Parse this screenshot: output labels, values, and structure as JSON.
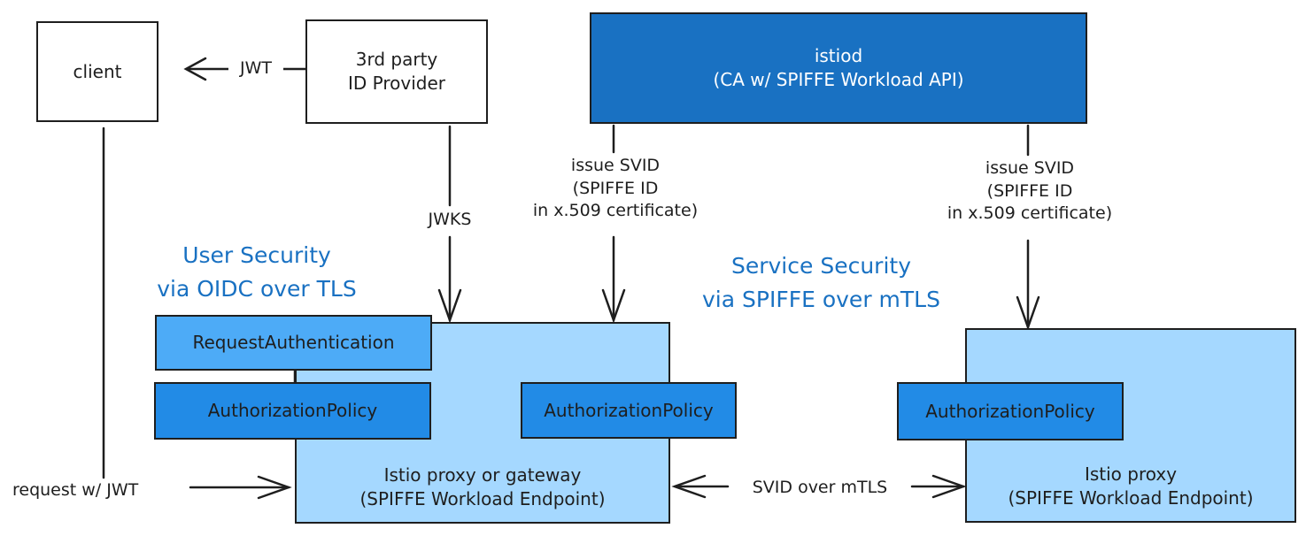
{
  "nodes": {
    "client": "client",
    "id_provider": "3rd party\nID Provider",
    "istiod": "istiod\n(CA w/ SPIFFE Workload API)",
    "gateway": "Istio proxy or gateway\n(SPIFFE Workload Endpoint)",
    "proxy": "Istio proxy\n(SPIFFE Workload Endpoint)",
    "request_authentication": "RequestAuthentication",
    "authz_gateway_left": "AuthorizationPolicy",
    "authz_gateway_right": "AuthorizationPolicy",
    "authz_proxy": "AuthorizationPolicy"
  },
  "edges": {
    "jwt": "JWT",
    "jwks": "JWKS",
    "issue_svid_left": "issue SVID\n(SPIFFE ID\nin x.509 certificate)",
    "issue_svid_right": "issue SVID\n(SPIFFE ID\nin x.509 certificate)",
    "request": "request w/ JWT",
    "svid_mtls": "SVID over mTLS"
  },
  "titles": {
    "user_security": "User Security\nvia OIDC over TLS",
    "service_security": "Service Security\nvia SPIFFE over mTLS"
  },
  "colors": {
    "istiod": "#1971c2",
    "proxy_fill": "#a5d8ff",
    "request_auth_fill": "#4dabf7",
    "authz_fill": "#228be6",
    "title_text": "#1971c2"
  }
}
